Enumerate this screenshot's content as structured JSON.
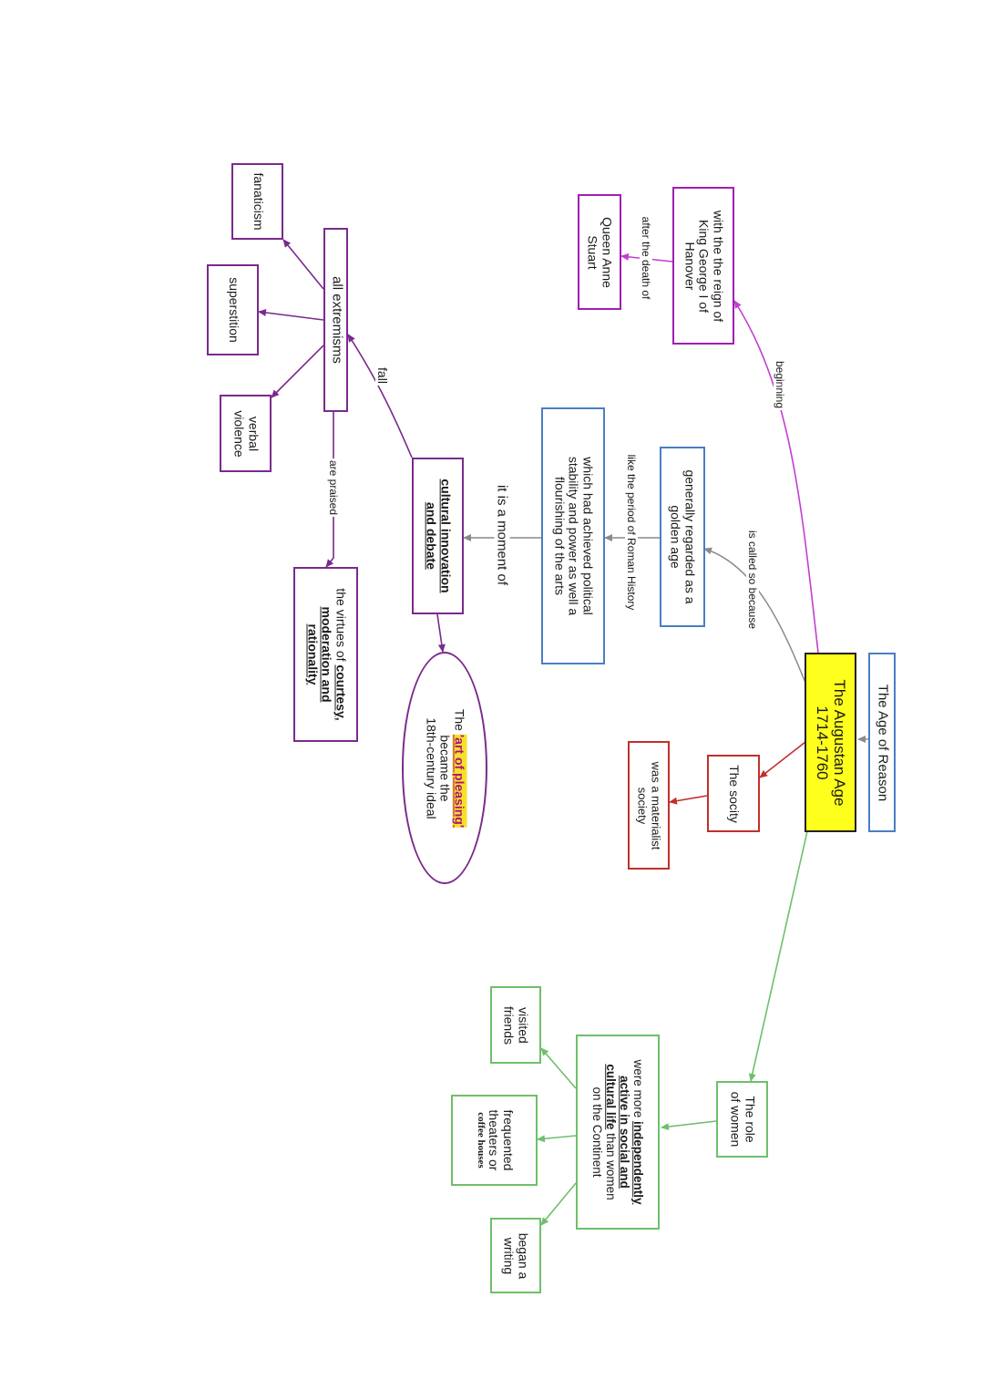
{
  "nodes": {
    "age_of_reason": "The Age of Reason",
    "augustan_title": "The Augustan Age",
    "augustan_years": "1714-1760",
    "society": "The socity",
    "materialist": [
      "was a materialist",
      "society"
    ],
    "role_of_women": [
      "The role",
      "of women"
    ],
    "women_active": {
      "l1a": "were more ",
      "l1b": "independently",
      "l2": "active in social and",
      "l3a": "cultural life",
      "l3b": " than women",
      "l4": "on the Continent"
    },
    "visited_friends": [
      "visited",
      "friends"
    ],
    "frequented": [
      "frequented",
      "theaters or"
    ],
    "coffee_houses": "coffee houses",
    "began_writing": [
      "began a",
      "writing"
    ],
    "golden_age": [
      "generally regarded as a",
      "golden age"
    ],
    "roman_history": [
      "which had achieved political",
      "stability and power as well a",
      "flourishing of the arts"
    ],
    "king_george": [
      "with the the reign of",
      "King George I of",
      "Hanover"
    ],
    "queen_anne": [
      "Queen Anne",
      "Stuart"
    ],
    "cultural_innovation": [
      "cultural innovation",
      "and debate"
    ],
    "art_of_pleasing": {
      "pre": "The ",
      "hl": "'art of pleasing'",
      "l2": "became the",
      "l3": "18th-century ideal"
    },
    "all_extremisms": "all extremisms",
    "fanaticism": "fanaticism",
    "superstition": "superstition",
    "verbal_violence": [
      "verbal",
      "violence"
    ],
    "virtues": {
      "l1a": "the virtues of ",
      "l1b": "courtesy,",
      "l2": "moderation and",
      "l3": "rationality"
    }
  },
  "edge_labels": {
    "beginning": "beginning",
    "called_so": "is called so because",
    "like_roman": "like the period of Roman History",
    "after_death": "after the death of",
    "moment_of": "it is a moment of",
    "fall": "fall",
    "praised": "are praised"
  },
  "colors": {
    "magenta": "#c23ed0",
    "purple": "#7a2a8c",
    "blue": "#4a7ec4",
    "red": "#c0302b",
    "green": "#6fbf6a",
    "gray": "#8a8a8a",
    "highlight": "#f6e02a"
  }
}
